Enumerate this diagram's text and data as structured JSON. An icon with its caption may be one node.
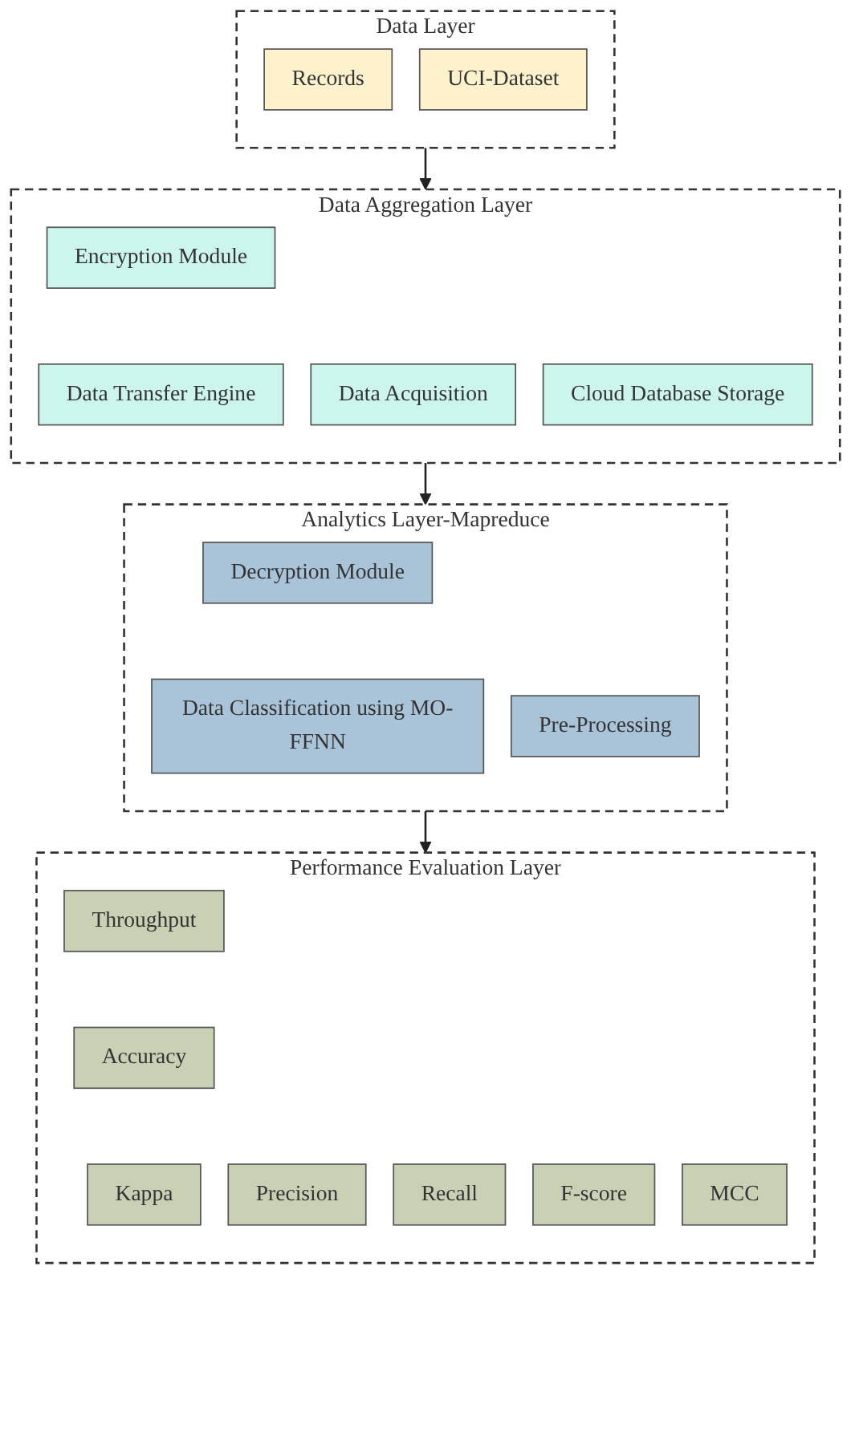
{
  "diagram": {
    "nodes": [
      {
        "text": [
          "Data Layer"
        ]
      },
      {
        "text": [
          "Records"
        ],
        "in": 0
      },
      {
        "text": [
          "UCI-Dataset"
        ],
        "in": 0
      },
      {
        "text": [
          "Data Aggregation Layer"
        ]
      },
      {
        "text": [
          "Encryption Module"
        ],
        "in": 3
      },
      {
        "text": [
          "Data Acquisition"
        ],
        "in": 3
      },
      {
        "text": [
          "Data Transfer Engine"
        ],
        "in": 3
      },
      {
        "text": [
          "Cloud Database Storage"
        ],
        "in": 3
      },
      {
        "text": [
          "Analytics Layer-Mapreduce"
        ]
      },
      {
        "text": [
          "Decryption Module"
        ],
        "in": 8
      },
      {
        "text": [
          "Pre-Processing"
        ],
        "in": 8
      },
      {
        "text": [
          "Data Classification using MO-FFNN"
        ],
        "in": 8
      },
      {
        "text": [
          "Performance Evaluation Layer"
        ]
      },
      {
        "text": [
          "Throughput"
        ],
        "in": 12
      },
      {
        "text": [
          "Precision"
        ],
        "in": 12
      },
      {
        "text": [
          "Recall"
        ],
        "in": 12
      },
      {
        "text": [
          "Accuracy"
        ],
        "in": 12
      },
      {
        "text": [
          "F-score"
        ],
        "in": 12
      },
      {
        "text": [
          "MCC"
        ],
        "in": 12
      },
      {
        "text": [
          "Kappa"
        ],
        "in": 12
      }
    ],
    "edges": [
      {
        "from": 0,
        "to": 3,
        "arrow": "to"
      },
      {
        "from": 3,
        "to": 8,
        "arrow": "to"
      },
      {
        "from": 8,
        "to": 12,
        "arrow": "to"
      }
    ]
  }
}
